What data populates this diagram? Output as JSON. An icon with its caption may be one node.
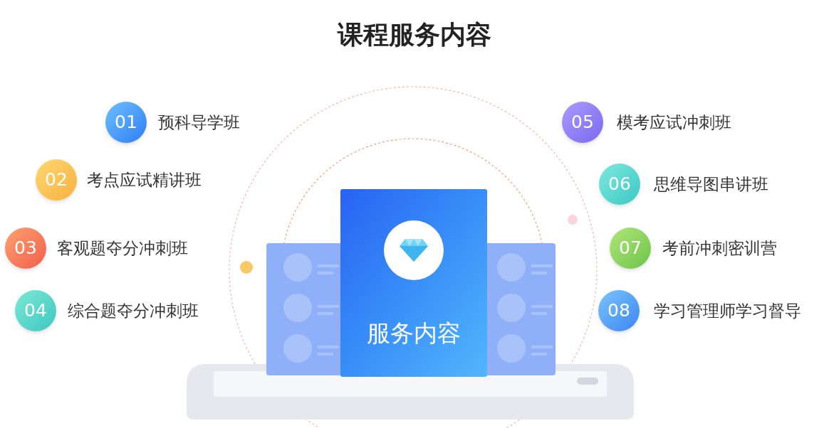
{
  "diagram": {
    "title": "课程服务内容",
    "nodes": [
      {
        "text": [
          "01"
        ],
        "beside": [
          "预科导学班"
        ]
      },
      {
        "text": [
          "02"
        ],
        "beside": [
          "考点应试精讲班"
        ]
      },
      {
        "text": [
          "03"
        ],
        "beside": [
          "客观题夺分冲刺班"
        ]
      },
      {
        "text": [
          "04"
        ],
        "beside": [
          "综合题夺分冲刺班"
        ]
      },
      {
        "text": [
          "05"
        ],
        "beside": [
          "模考应试冲刺班"
        ]
      },
      {
        "text": [
          "06"
        ],
        "beside": [
          "思维导图串讲班"
        ]
      },
      {
        "text": [
          "07"
        ],
        "beside": [
          "考前冲刺密训营"
        ]
      },
      {
        "text": [
          "08"
        ],
        "beside": [
          "学习管理师学习督导"
        ]
      },
      {
        "text": [
          "服务内容"
        ]
      }
    ]
  }
}
